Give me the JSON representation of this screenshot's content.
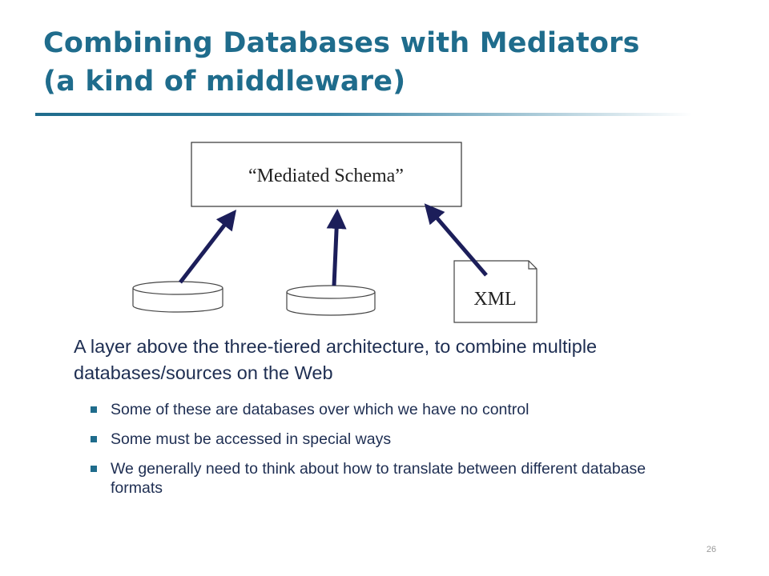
{
  "slide": {
    "title_line1": "Combining Databases with Mediators",
    "title_line2": "(a kind of middleware)",
    "page_number": "26"
  },
  "diagram": {
    "mediated_schema_label": "“Mediated Schema”",
    "xml_label": "XML"
  },
  "body": {
    "main_text": "A layer above the three-tiered architecture, to combine multiple databases/sources on the Web",
    "bullets": [
      "Some of these are databases over which we have no control",
      "Some must be accessed in special ways",
      "We generally need to think about how to translate between different database formats"
    ]
  },
  "colors": {
    "title": "#1f6c8c",
    "body_text": "#1e2e52",
    "arrows": "#1c1e5a"
  }
}
